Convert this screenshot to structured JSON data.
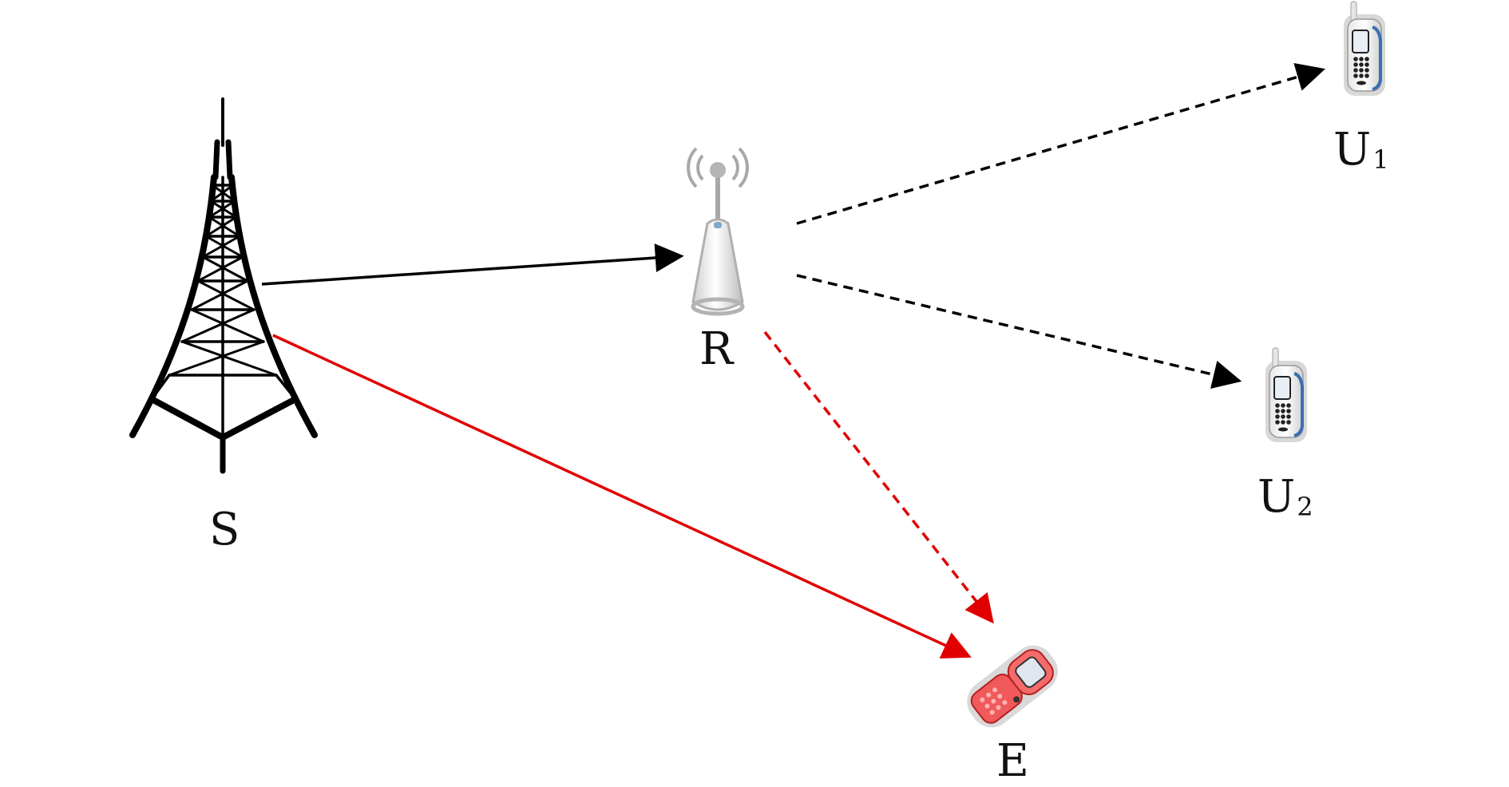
{
  "nodes": {
    "source": {
      "label": "S"
    },
    "relay": {
      "label": "R"
    },
    "user1": {
      "label": "U",
      "subscript": "1"
    },
    "user2": {
      "label": "U",
      "subscript": "2"
    },
    "eavesdropper": {
      "label": "E"
    }
  },
  "links": [
    {
      "from": "S",
      "to": "R",
      "style": "solid",
      "color": "#000000"
    },
    {
      "from": "S",
      "to": "E",
      "style": "solid",
      "color": "#e00000"
    },
    {
      "from": "R",
      "to": "U1",
      "style": "dashed",
      "color": "#000000"
    },
    {
      "from": "R",
      "to": "U2",
      "style": "dashed",
      "color": "#000000"
    },
    {
      "from": "R",
      "to": "E",
      "style": "dashed",
      "color": "#e00000"
    }
  ],
  "icons": {
    "source": "transmission-tower-icon",
    "relay": "wireless-antenna-icon",
    "user1": "mobile-phone-icon",
    "user2": "mobile-phone-icon",
    "eavesdropper": "flip-phone-icon"
  },
  "colors": {
    "legitimate_link": "#000000",
    "eavesdrop_link": "#e00000",
    "eavesdropper_device": "#f04b4b"
  }
}
